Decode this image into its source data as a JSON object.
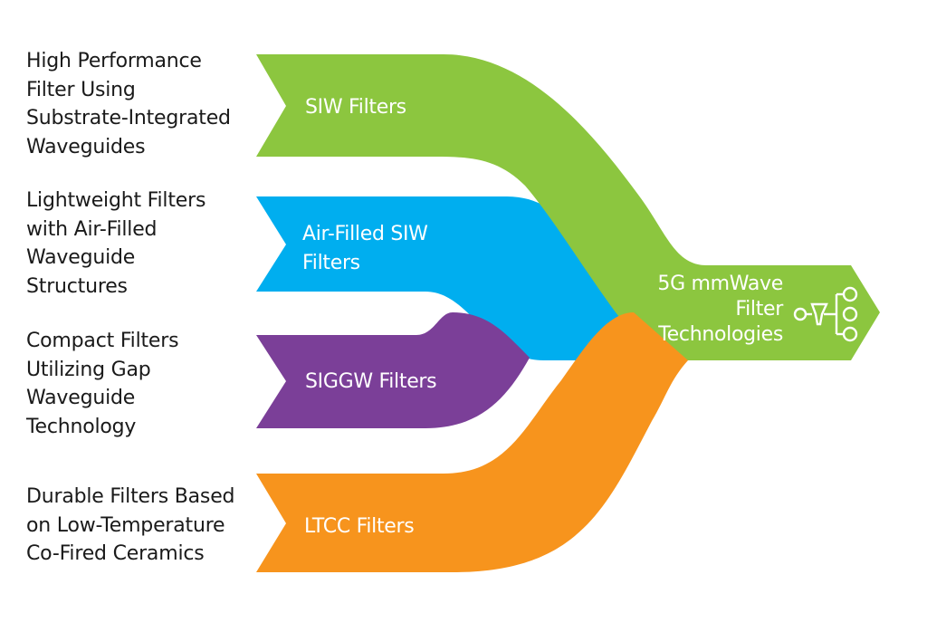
{
  "title": "5G mmWave Filter Technologies",
  "colors": {
    "siw": "#8cc63f",
    "air_filled_siw": "#00aeef",
    "siggw": "#7b3f98",
    "ltcc": "#f7941d",
    "output": "#8cc63f",
    "text_dark": "#1a1a1a",
    "text_light": "#ffffff"
  },
  "inputs": [
    {
      "id": "siw",
      "label_lines": [
        "SIW Filters"
      ],
      "description_lines": [
        "High Performance",
        "Filter Using",
        "Substrate-Integrated",
        "Waveguides"
      ]
    },
    {
      "id": "air_filled_siw",
      "label_lines": [
        "Air-Filled SIW",
        "Filters"
      ],
      "description_lines": [
        "Lightweight Filters",
        "with Air-Filled",
        "Waveguide",
        "Structures"
      ]
    },
    {
      "id": "siggw",
      "label_lines": [
        "SIGGW Filters"
      ],
      "description_lines": [
        "Compact Filters",
        "Utilizing Gap",
        "Waveguide",
        "Technology"
      ]
    },
    {
      "id": "ltcc",
      "label_lines": [
        "LTCC Filters"
      ],
      "description_lines": [
        "Durable Filters Based",
        "on Low-Temperature",
        "Co-Fired Ceramics"
      ]
    }
  ],
  "output": {
    "label_lines": [
      "5G mmWave",
      "Filter",
      "Technologies"
    ],
    "icon": "filter-network-icon"
  }
}
